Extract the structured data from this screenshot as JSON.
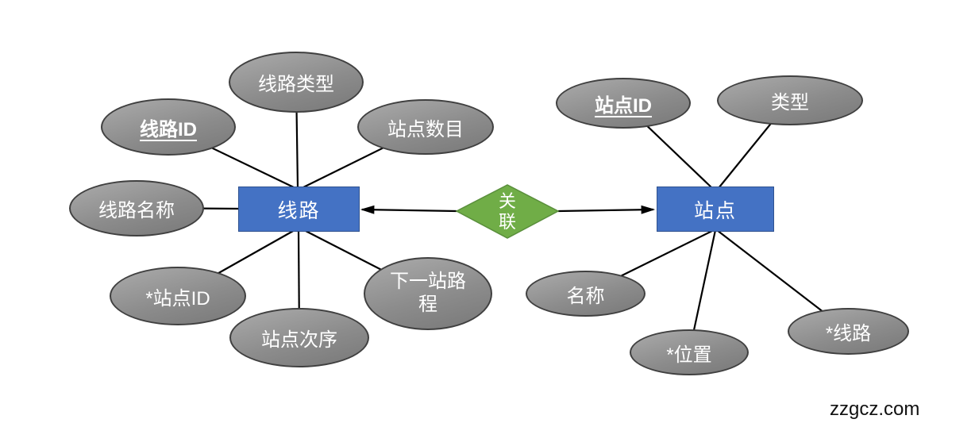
{
  "entities": {
    "line": {
      "label": "线路"
    },
    "station": {
      "label": "站点"
    }
  },
  "relationship": {
    "label": "关联"
  },
  "attributes": {
    "line_id": {
      "label": "线路ID",
      "primary_key": true
    },
    "line_type": {
      "label": "线路类型"
    },
    "station_count": {
      "label": "站点数目"
    },
    "line_name": {
      "label": "线路名称"
    },
    "fk_station_id": {
      "label": "*站点ID"
    },
    "station_order": {
      "label": "站点次序"
    },
    "next_distance": {
      "label": "下一站路程"
    },
    "station_id": {
      "label": "站点ID",
      "primary_key": true
    },
    "station_type": {
      "label": "类型"
    },
    "station_name": {
      "label": "名称"
    },
    "station_location": {
      "label": "*位置"
    },
    "station_lines": {
      "label": "*线路"
    }
  },
  "watermark": {
    "text": "zzgcz.com"
  },
  "colors": {
    "entity_fill": "#4472C4",
    "relationship_fill": "#70AD47",
    "attribute_fill": "#8C8C8C",
    "attribute_border": "#404040",
    "connector": "#000000",
    "text": "#FFFFFF",
    "watermark_text": "#111111"
  }
}
